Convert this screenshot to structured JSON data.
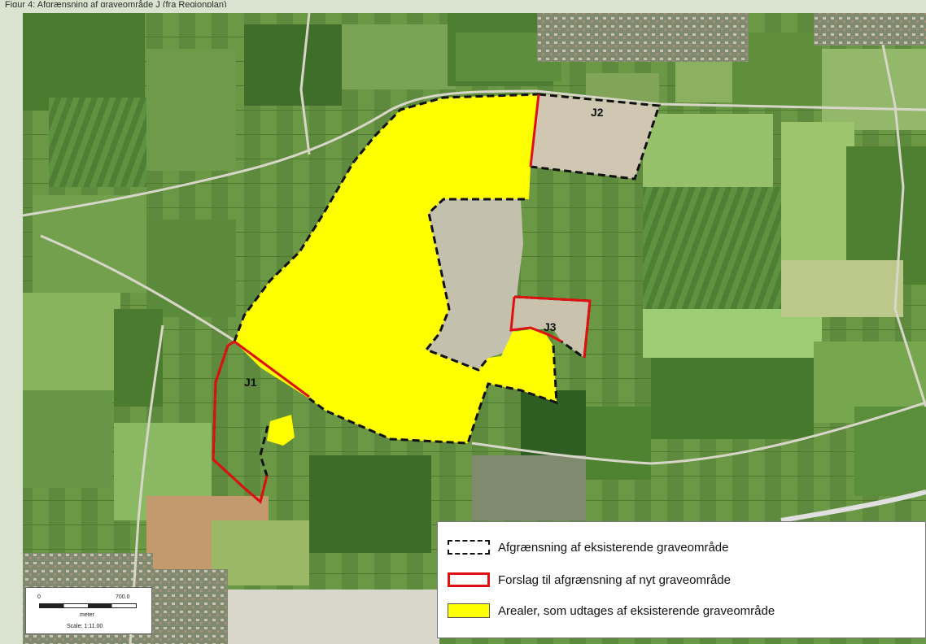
{
  "caption": "Figur 4: Afgrænsning af graveområde J (fra Regionplan)",
  "labels": {
    "j1": "J1",
    "j2": "J2",
    "j3": "J3"
  },
  "legend": {
    "existing": "Afgrænsning af eksisterende graveområde",
    "proposed": "Forslag til afgrænsning af nyt graveområde",
    "removed": "Arealer, som udtages af eksisterende graveområde"
  },
  "scalebar": {
    "zero": "0",
    "max": "700.0",
    "units": "meter",
    "scale": "Scale: 1:11.00"
  },
  "colors": {
    "removed_fill": "#ffff00",
    "proposed_outline": "#e01010",
    "existing_outline": "#111111"
  }
}
